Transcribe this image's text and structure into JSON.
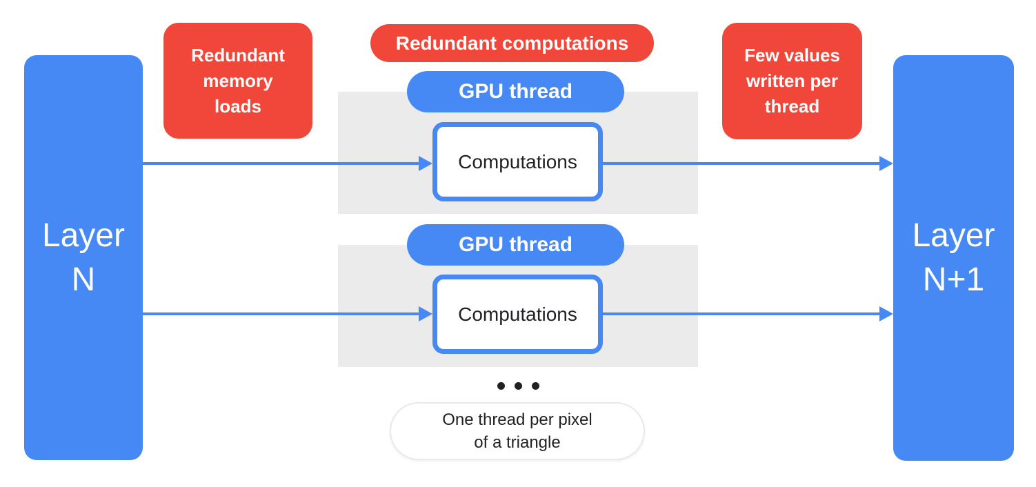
{
  "colors": {
    "blue": "#4688f4",
    "red": "#f1473a",
    "gray_block": "#ebebeb",
    "text_dark": "#202124",
    "white": "#ffffff"
  },
  "layer_n": {
    "line1": "Layer",
    "line2": "N"
  },
  "layer_n_plus_1": {
    "line1": "Layer",
    "line2": "N+1"
  },
  "annotations": {
    "memory": {
      "lines": [
        "Redundant",
        "memory",
        "loads"
      ]
    },
    "computations": {
      "label": "Redundant computations"
    },
    "few_values": {
      "lines": [
        "Few values",
        "written per",
        "thread"
      ]
    }
  },
  "threads": [
    {
      "pill": "GPU thread",
      "box": "Computations"
    },
    {
      "pill": "GPU thread",
      "box": "Computations"
    }
  ],
  "footnote": {
    "lines": [
      "One thread per pixel",
      "of a triangle"
    ]
  }
}
